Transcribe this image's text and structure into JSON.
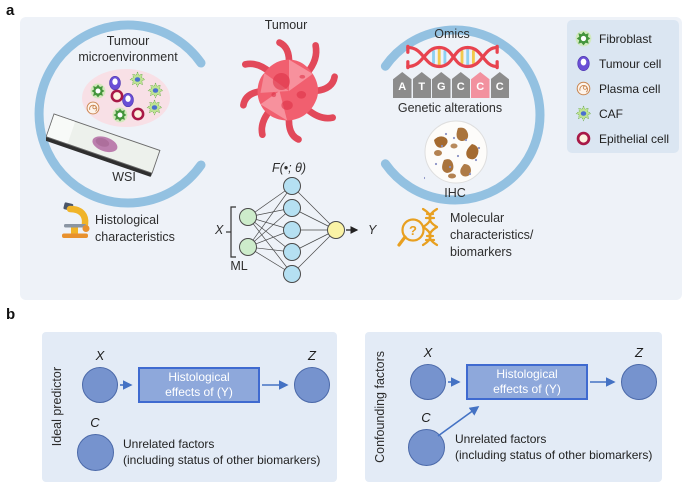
{
  "panel_a": {
    "label": "a",
    "tme": {
      "title_line1": "Tumour",
      "title_line2": "microenvironment",
      "wsi_label": "WSI"
    },
    "histological": {
      "line1": "Histological",
      "line2": "characteristics"
    },
    "tumour_label": "Tumour",
    "ml": {
      "function_label": "F(•; θ)",
      "x_label": "X",
      "y_label": "Y",
      "ml_label": "ML"
    },
    "omics": {
      "title": "Omics",
      "bases": [
        "A",
        "T",
        "G",
        "C",
        "C",
        "C"
      ],
      "highlight_index": 4,
      "genetic_label": "Genetic alterations",
      "ihc_label": "IHC"
    },
    "molecular": {
      "line1": "Molecular",
      "line2": "characteristics/",
      "line3": "biomarkers"
    },
    "legend": {
      "items": [
        {
          "icon": "fibroblast-icon",
          "label": "Fibroblast"
        },
        {
          "icon": "tumour-cell-icon",
          "label": "Tumour cell"
        },
        {
          "icon": "plasma-cell-icon",
          "label": "Plasma cell"
        },
        {
          "icon": "caf-icon",
          "label": "CAF"
        },
        {
          "icon": "epithelial-cell-icon",
          "label": "Epithelial cell"
        }
      ]
    }
  },
  "panel_b": {
    "label": "b",
    "left": {
      "side_label": "Ideal predictor",
      "x_label": "X",
      "z_label": "Z",
      "c_label": "C",
      "box_line1": "Histological",
      "box_line2": "effects of (Y)",
      "factors_line1": "Unrelated factors",
      "factors_line2": "(including status of other biomarkers)"
    },
    "right": {
      "side_label": "Confounding factors",
      "x_label": "X",
      "z_label": "Z",
      "c_label": "C",
      "box_line1": "Histological",
      "box_line2": "effects of (Y)",
      "factors_line1": "Unrelated factors",
      "factors_line2": "(including status of other biomarkers)"
    }
  },
  "colors": {
    "panel_a_bg": "#eef2f8",
    "panel_b_box_bg": "#e3ebf6",
    "legend_bg": "#dbe6f2",
    "arc_blue": "#93c1e1",
    "accent_blue": "#4472c4",
    "node_fill": "#7693ce",
    "node_stroke": "#4b69a9",
    "effects_box_fill": "#8ea8db",
    "effects_box_border": "#3f6ad0",
    "tumour_red": "#f15f6f",
    "dna_red": "#e8434f",
    "base_gray": "#8c8c8c",
    "base_highlight": "#f2919f",
    "icon_orange": "#e8a020"
  }
}
